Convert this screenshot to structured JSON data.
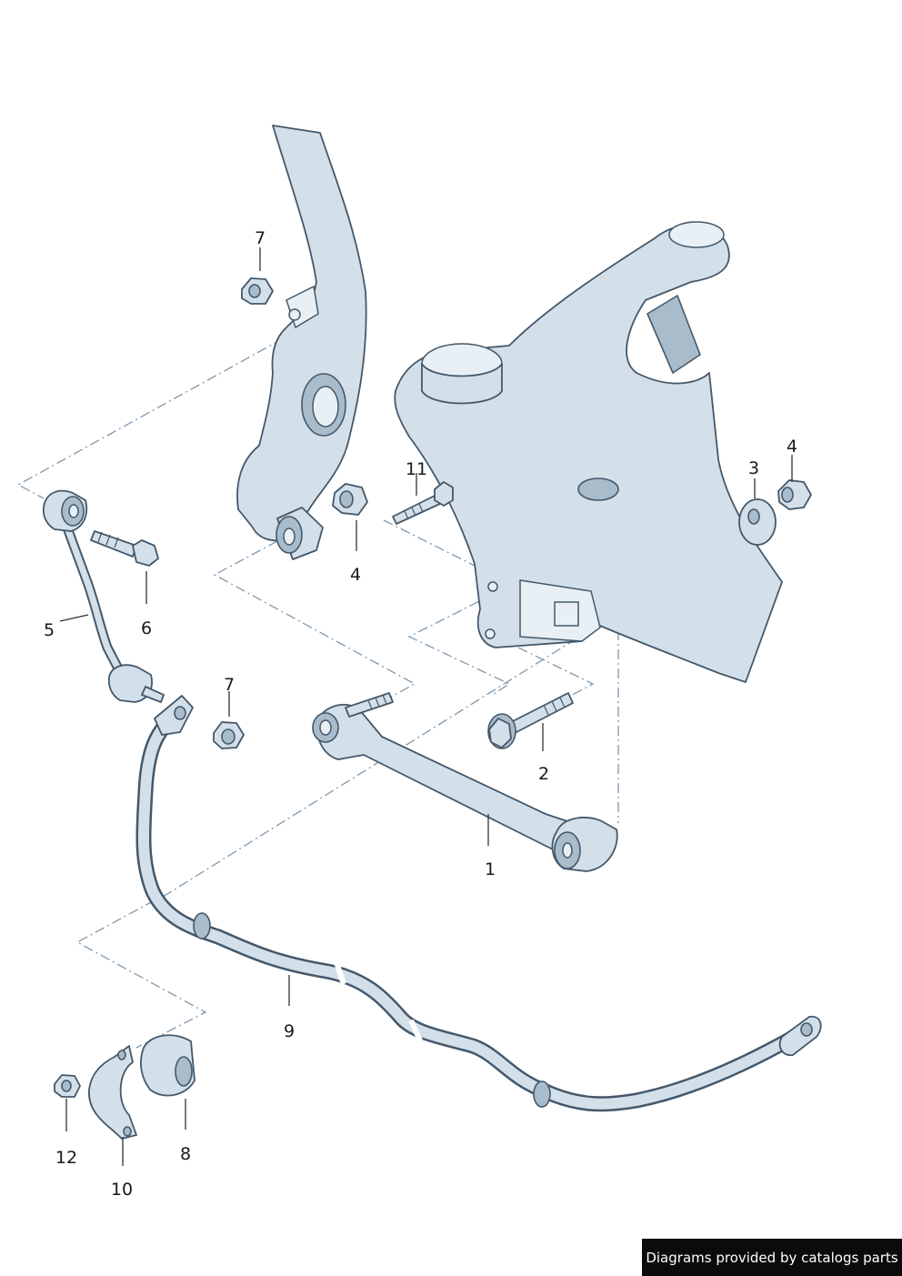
{
  "callouts": {
    "c1": "1",
    "c2": "2",
    "c3": "3",
    "c4a": "4",
    "c4b": "4",
    "c5": "5",
    "c6": "6",
    "c7a": "7",
    "c7b": "7",
    "c8": "8",
    "c9": "9",
    "c10": "10",
    "c11": "11",
    "c12": "12"
  },
  "credit": "Diagrams provided by catalogs parts",
  "colors": {
    "part_fill": "#d3e0ea",
    "part_outline": "#44586a",
    "dash_line": "#7f98ad",
    "credit_bg": "#0b0b0b"
  }
}
